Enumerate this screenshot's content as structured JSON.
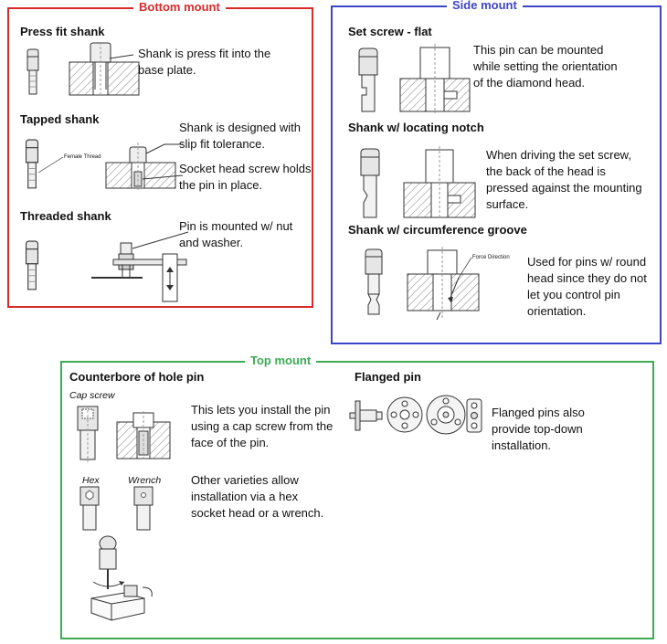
{
  "colors": {
    "bottom": "#d72b2b",
    "side": "#3c46c4",
    "top": "#3daa55"
  },
  "bottom_mount": {
    "title": "Bottom mount",
    "press_fit": {
      "heading": "Press fit shank",
      "desc": "Shank is press fit into the base plate."
    },
    "tapped": {
      "heading": "Tapped shank",
      "callout": "Female Thread",
      "desc1": "Shank is designed with slip fit tolerance.",
      "desc2": "Socket head screw holds the pin in place."
    },
    "threaded": {
      "heading": "Threaded shank",
      "desc": "Pin is mounted w/ nut and washer."
    }
  },
  "side_mount": {
    "title": "Side mount",
    "set_screw": {
      "heading": "Set screw - flat",
      "desc": "This pin can be mounted while setting the orientation of the diamond head."
    },
    "notch": {
      "heading": "Shank w/ locating notch",
      "desc": "When driving the set screw, the back of the head is pressed against the mounting surface."
    },
    "groove": {
      "heading": "Shank w/ circumference groove",
      "callout": "Force Direction",
      "desc": "Used for pins w/ round head since they do not let you control pin orientation."
    }
  },
  "top_mount": {
    "title": "Top mount",
    "counterbore": {
      "heading": "Counterbore of hole pin",
      "cap_label": "Cap screw",
      "desc1": "This lets you install the pin using a cap screw from the face of the pin.",
      "hex_label": "Hex",
      "wrench_label": "Wrench",
      "desc2": "Other varieties allow installation via a hex socket head or a wrench."
    },
    "flanged": {
      "heading": "Flanged pin",
      "desc": "Flanged pins also provide top-down installation."
    }
  }
}
